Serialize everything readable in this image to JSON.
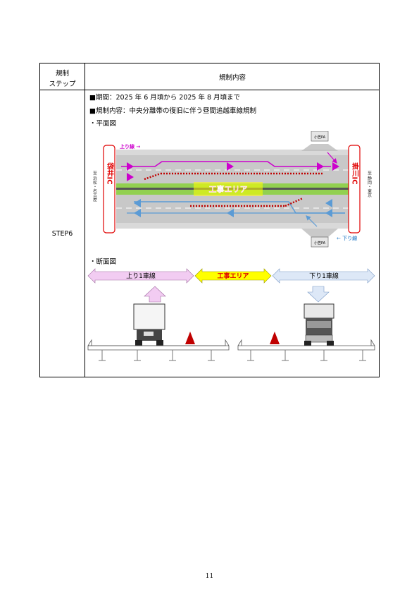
{
  "table": {
    "header_col1_line1": "規制",
    "header_col1_line2": "ステップ",
    "header_col2": "規制内容",
    "step_label": "STEP6"
  },
  "content": {
    "period": "■期間：2025 年 6 月頃から 2025 年 8 月頃まで",
    "restriction": "■規制内容：中央分離帯の復旧に伴う昼間追越車線規制",
    "plan_heading": "・平面図",
    "section_heading": "・断面図"
  },
  "plan": {
    "left_ic_label": "袋井IC",
    "right_ic_label": "掛川IC",
    "left_direction_label": "至 浜松・名古屋",
    "right_direction_label": "至 静岡・東京",
    "up_line_label": "上り線 →",
    "down_line_label": "← 下り線",
    "work_area_label": "工事エリア",
    "pa_top_label": "小笠PA",
    "pa_bottom_label": "小笠PA"
  },
  "section": {
    "up_lane_label": "上り1車線",
    "work_area_label": "工事エリア",
    "down_lane_label": "下り1車線"
  },
  "colors": {
    "up_line": "#cc00cc",
    "down_line": "#5b9bd5",
    "work_area_fill": "#ffff00",
    "ic_red": "#e00000",
    "median_green": "#92d050",
    "cone_red": "#c00000"
  },
  "page_number": "11"
}
